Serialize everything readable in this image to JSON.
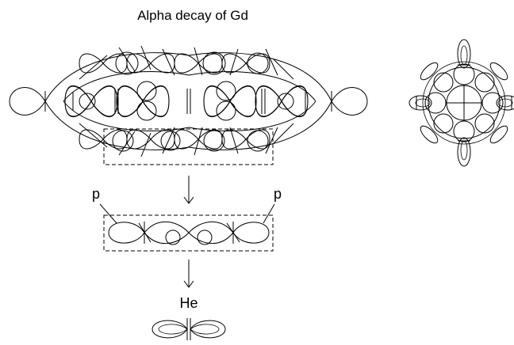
{
  "title": "Alpha decay of Gd",
  "labels": {
    "proton_left": "p",
    "proton_right": "p",
    "helium": "He"
  },
  "colors": {
    "line": "#000000",
    "background": "#ffffff"
  }
}
